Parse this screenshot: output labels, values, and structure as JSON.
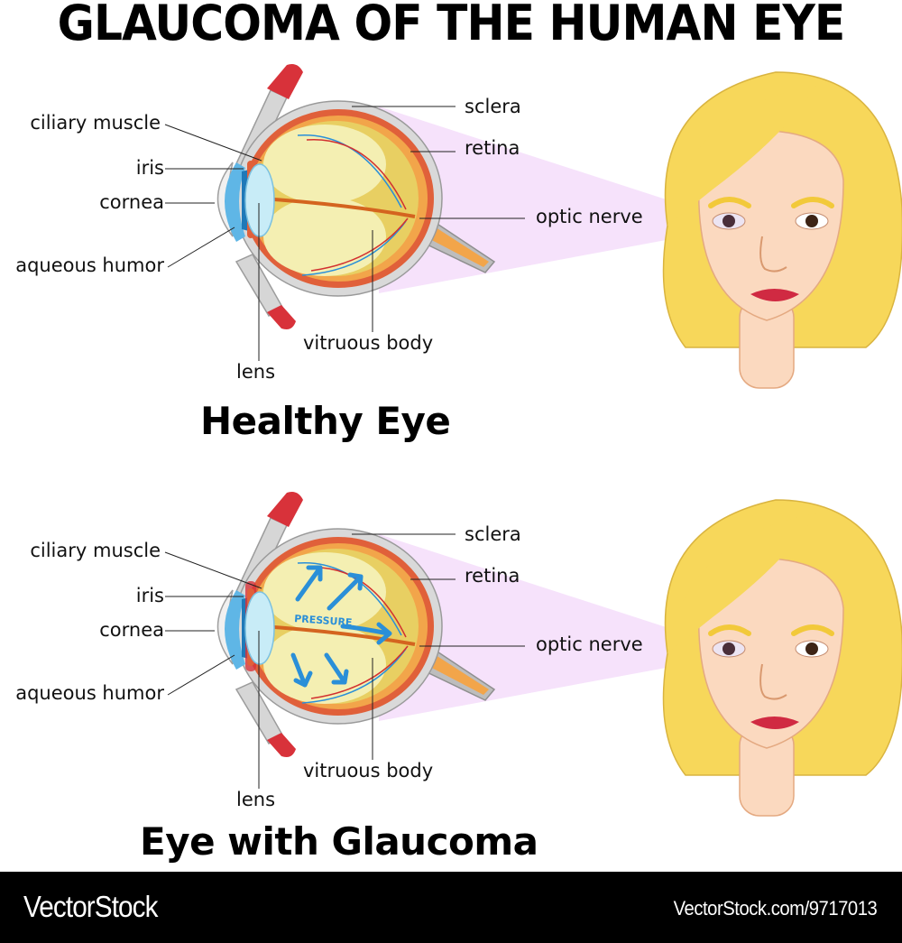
{
  "title": "GLAUCOMA OF THE HUMAN EYE",
  "panels": [
    {
      "caption": "Healthy Eye",
      "state": "healthy",
      "labels": {
        "ciliary_muscle": "ciliary muscle",
        "iris": "iris",
        "cornea": "cornea",
        "aqueous_humor": "aqueous humor",
        "lens": "lens",
        "vitreous_body": "vitruous body",
        "sclera": "sclera",
        "retina": "retina",
        "optic_nerve": "optic nerve"
      }
    },
    {
      "caption": "Eye with Glaucoma",
      "state": "glaucoma",
      "pressure_label": "PRESSURE",
      "labels": {
        "ciliary_muscle": "ciliary muscle",
        "iris": "iris",
        "cornea": "cornea",
        "aqueous_humor": "aqueous humor",
        "lens": "lens",
        "vitreous_body": "vitruous body",
        "sclera": "sclera",
        "retina": "retina",
        "optic_nerve": "optic nerve"
      }
    }
  ],
  "colors": {
    "sclera": "#d9d9d9",
    "choroid": "#e0603a",
    "retina": "#f2a54a",
    "vitreous": "#f4efb2",
    "vitreous_edge": "#e8cf62",
    "lens": "#c8ecf7",
    "cornea": "#5fb6e6",
    "muscle": "#d8323a",
    "pressure_arrow": "#2a8fd8",
    "beam": "#f6e2fb",
    "hair": "#f7d75a",
    "skin": "#fbd9bf",
    "lips": "#d02a42",
    "footer_bg": "#000000"
  },
  "footer": {
    "brand": "VectorStock",
    "url": "VectorStock.com/9717013"
  }
}
